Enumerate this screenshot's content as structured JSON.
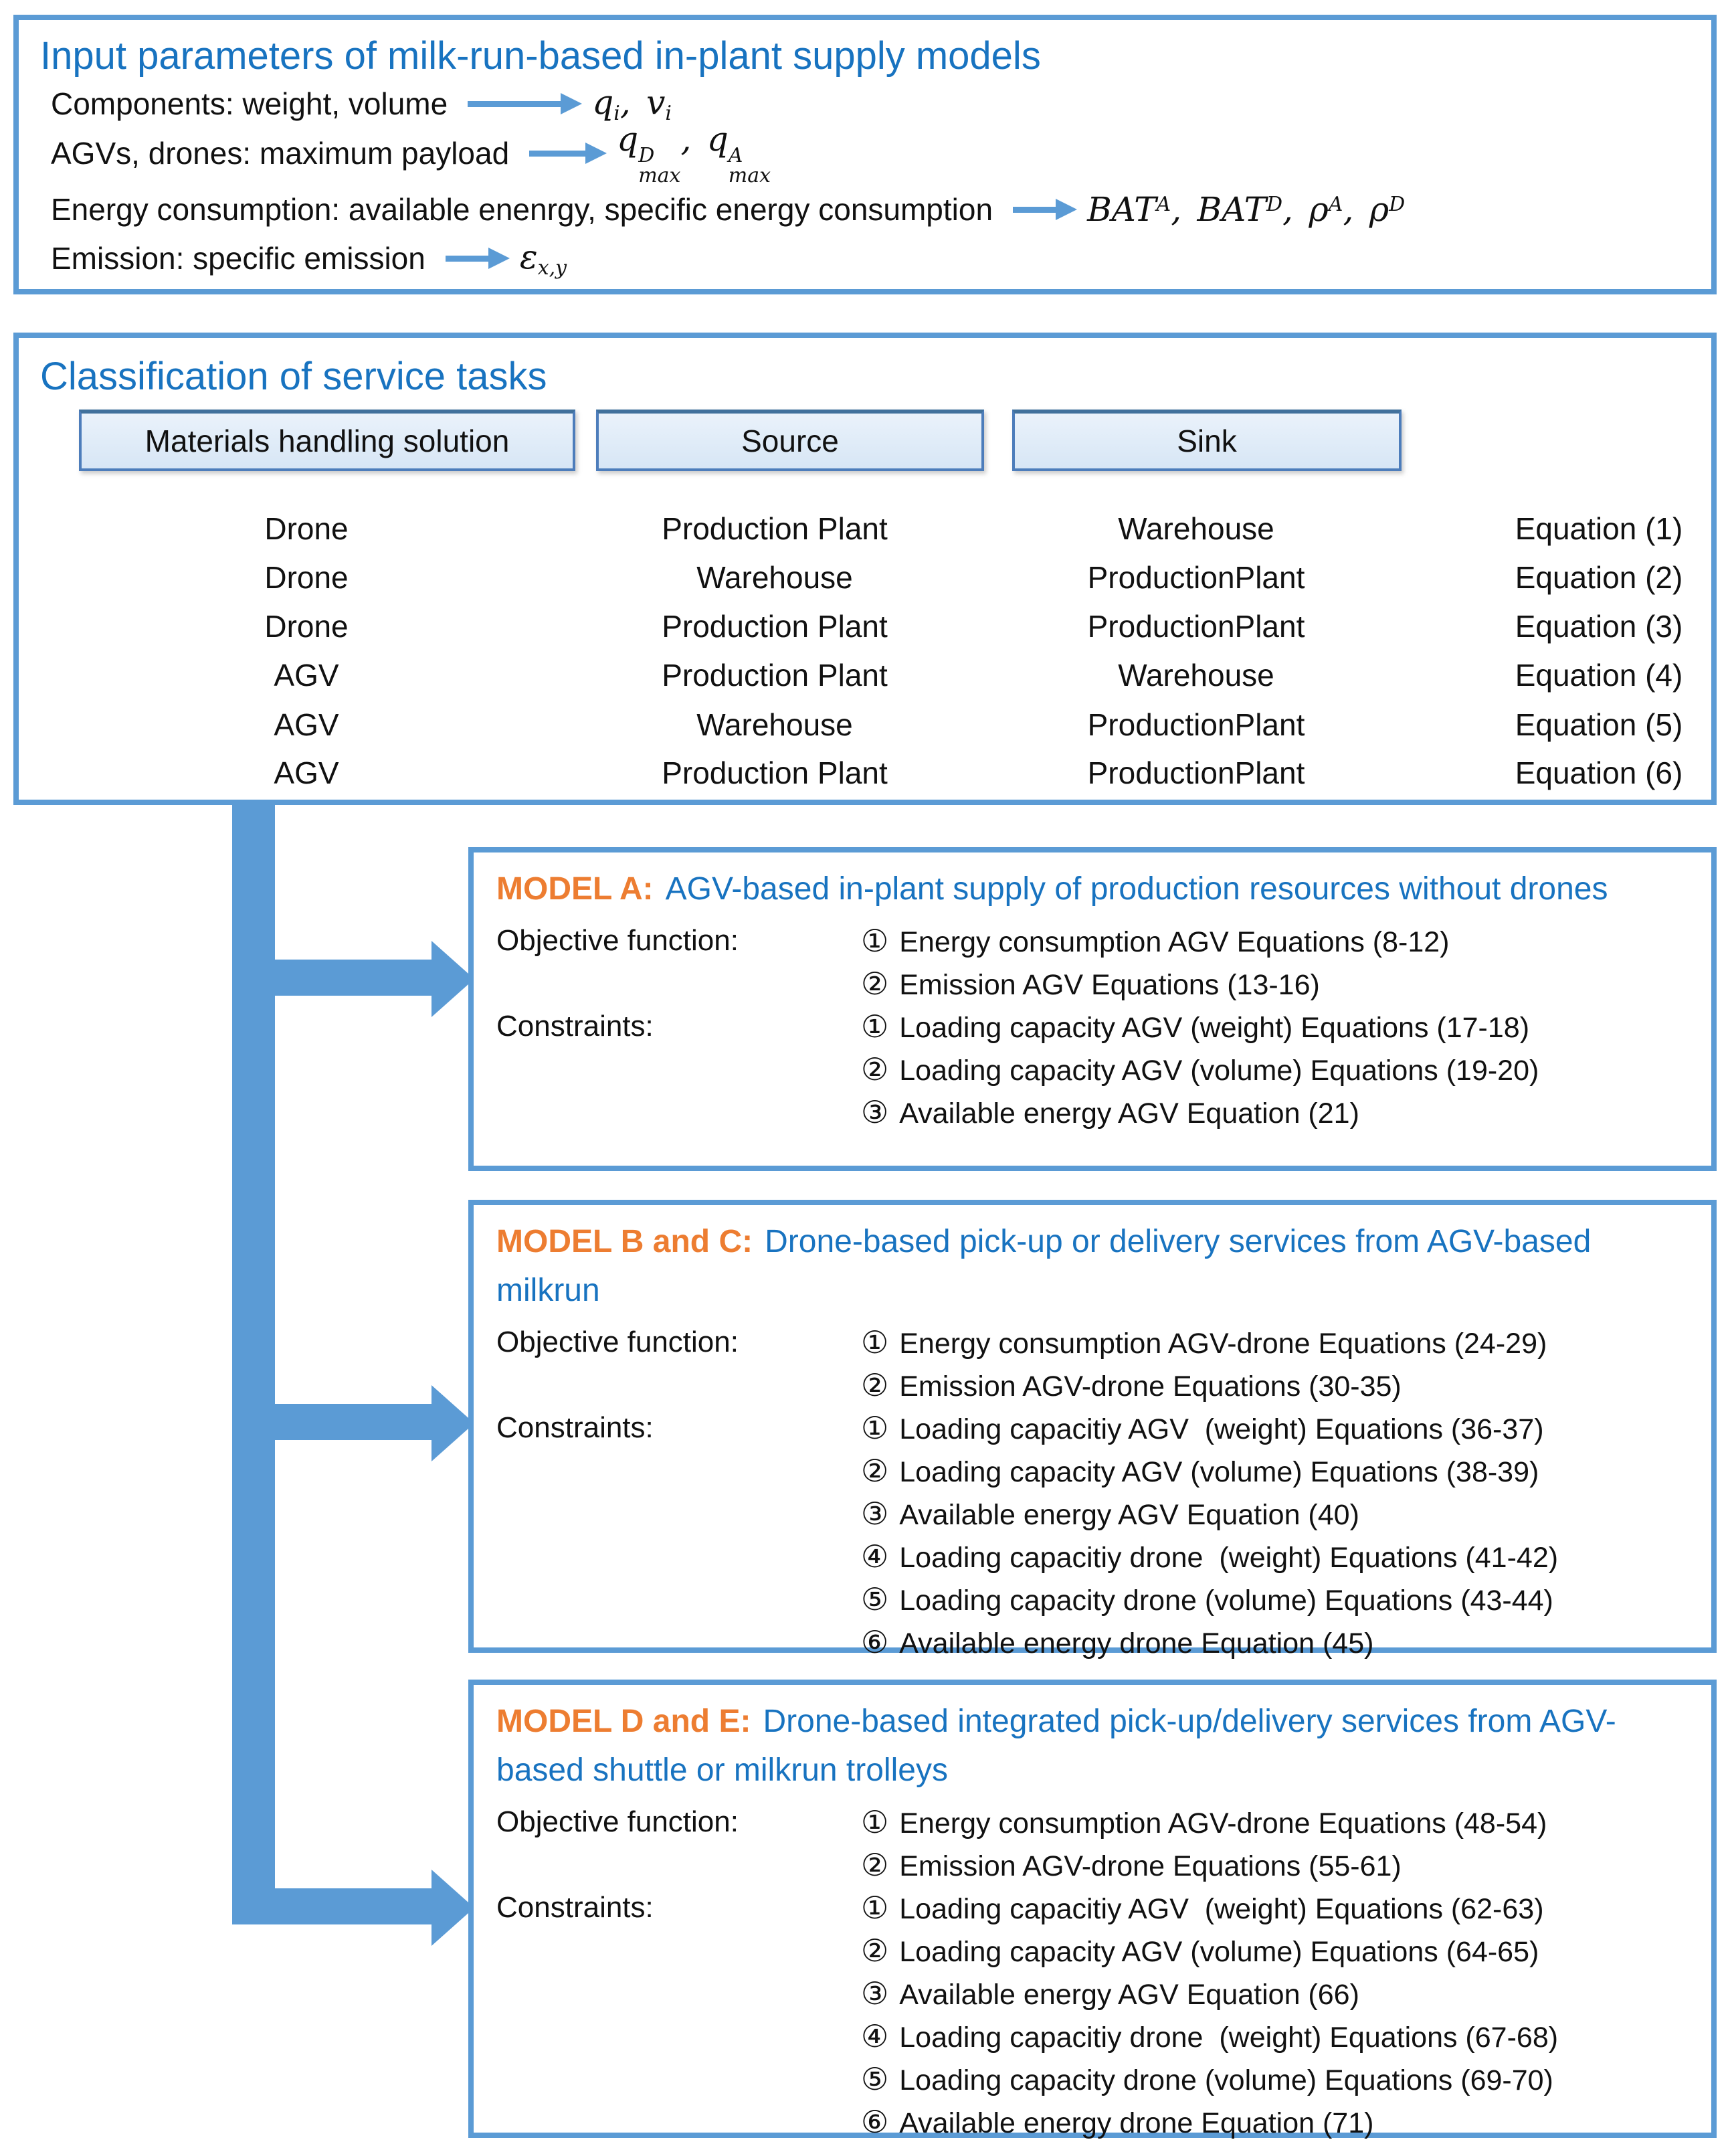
{
  "colors": {
    "accent_blue": "#5B9BD5",
    "title_blue": "#1873C0",
    "tag_orange": "#ED7D31",
    "header_fill": "#DCE9F7",
    "header_border": "#4D7DBB"
  },
  "input_box": {
    "title": "Input parameters of milk-run-based in-plant supply models",
    "rows": [
      {
        "label": "Components: weight, volume"
      },
      {
        "label": "AGVs, drones: maximum payload"
      },
      {
        "label": "Energy consumption: available enenrgy, specific energy consumption"
      },
      {
        "label": "Emission: specific emission"
      }
    ],
    "formulas": {
      "r0": {
        "b1": "q",
        "s1": "i",
        "sep": ",",
        "b2": "v",
        "s2": "i"
      },
      "r1": {
        "b1": "q",
        "sup1": "D",
        "sub1": "max",
        "sep": ",",
        "b2": "q",
        "sup2": "A",
        "sub2": "max"
      },
      "r2": {
        "b1": "BAT",
        "p1": "A",
        "c1": ",",
        "b2": "BAT",
        "p2": "D",
        "c2": ",",
        "b3": "ρ",
        "p3": "A",
        "c3": ",",
        "b4": "ρ",
        "p4": "D"
      },
      "r3": {
        "b1": "ε",
        "s1": "x,y"
      }
    }
  },
  "classification": {
    "title": "Classification of service tasks",
    "headers": [
      "Materials handling solution",
      "Source",
      "Sink"
    ],
    "rows": [
      {
        "solution": "Drone",
        "source": "Production Plant",
        "sink": "Warehouse",
        "equation": "Equation (1)"
      },
      {
        "solution": "Drone",
        "source": "Warehouse",
        "sink": "ProductionPlant",
        "equation": "Equation (2)"
      },
      {
        "solution": "Drone",
        "source": "Production Plant",
        "sink": "ProductionPlant",
        "equation": "Equation (3)"
      },
      {
        "solution": "AGV",
        "source": "Production Plant",
        "sink": "Warehouse",
        "equation": "Equation (4)"
      },
      {
        "solution": "AGV",
        "source": "Warehouse",
        "sink": "ProductionPlant",
        "equation": "Equation (5)"
      },
      {
        "solution": "AGV",
        "source": "Production Plant",
        "sink": "ProductionPlant",
        "equation": "Equation (6)"
      }
    ]
  },
  "models": [
    {
      "tag": "MODEL A:",
      "title": "AGV-based in-plant supply of production resources without drones",
      "objective_label": "Objective function:",
      "constraints_label": "Constraints:",
      "objective": [
        {
          "num": "①",
          "text": "Energy consumption AGV Equations (8-12)"
        },
        {
          "num": "②",
          "text": "Emission AGV Equations (13-16)"
        }
      ],
      "constraints": [
        {
          "num": "①",
          "text": "Loading capacity AGV (weight) Equations (17-18)"
        },
        {
          "num": "②",
          "text": "Loading capacity AGV (volume) Equations (19-20)"
        },
        {
          "num": "③",
          "text": "Available energy AGV Equation (21)"
        }
      ]
    },
    {
      "tag": "MODEL B and C:",
      "title": "Drone-based pick-up or delivery services from AGV-based milkrun",
      "objective_label": "Objective function:",
      "constraints_label": "Constraints:",
      "objective": [
        {
          "num": "①",
          "text": "Energy consumption AGV-drone Equations (24-29)"
        },
        {
          "num": "②",
          "text": "Emission AGV-drone Equations (30-35)"
        }
      ],
      "constraints": [
        {
          "num": "①",
          "text": "Loading capacitiy AGV  (weight) Equations (36-37)"
        },
        {
          "num": "②",
          "text": "Loading capacity AGV (volume) Equations (38-39)"
        },
        {
          "num": "③",
          "text": "Available energy AGV Equation (40)"
        },
        {
          "num": "④",
          "text": "Loading capacitiy drone  (weight) Equations (41-42)"
        },
        {
          "num": "⑤",
          "text": "Loading capacity drone (volume) Equations (43-44)"
        },
        {
          "num": "⑥",
          "text": "Available energy drone Equation (45)"
        }
      ]
    },
    {
      "tag": "MODEL D and E:",
      "title": "Drone-based integrated pick-up/delivery services from AGV-based shuttle or milkrun trolleys",
      "objective_label": "Objective function:",
      "constraints_label": "Constraints:",
      "objective": [
        {
          "num": "①",
          "text": "Energy consumption AGV-drone Equations (48-54)"
        },
        {
          "num": "②",
          "text": "Emission AGV-drone Equations (55-61)"
        }
      ],
      "constraints": [
        {
          "num": "①",
          "text": "Loading capacitiy AGV  (weight) Equations (62-63)"
        },
        {
          "num": "②",
          "text": "Loading capacity AGV (volume) Equations (64-65)"
        },
        {
          "num": "③",
          "text": "Available energy AGV Equation (66)"
        },
        {
          "num": "④",
          "text": "Loading capacitiy drone  (weight) Equations (67-68)"
        },
        {
          "num": "⑤",
          "text": "Loading capacity drone (volume) Equations (69-70)"
        },
        {
          "num": "⑥",
          "text": "Available energy drone Equation (71)"
        }
      ]
    }
  ]
}
